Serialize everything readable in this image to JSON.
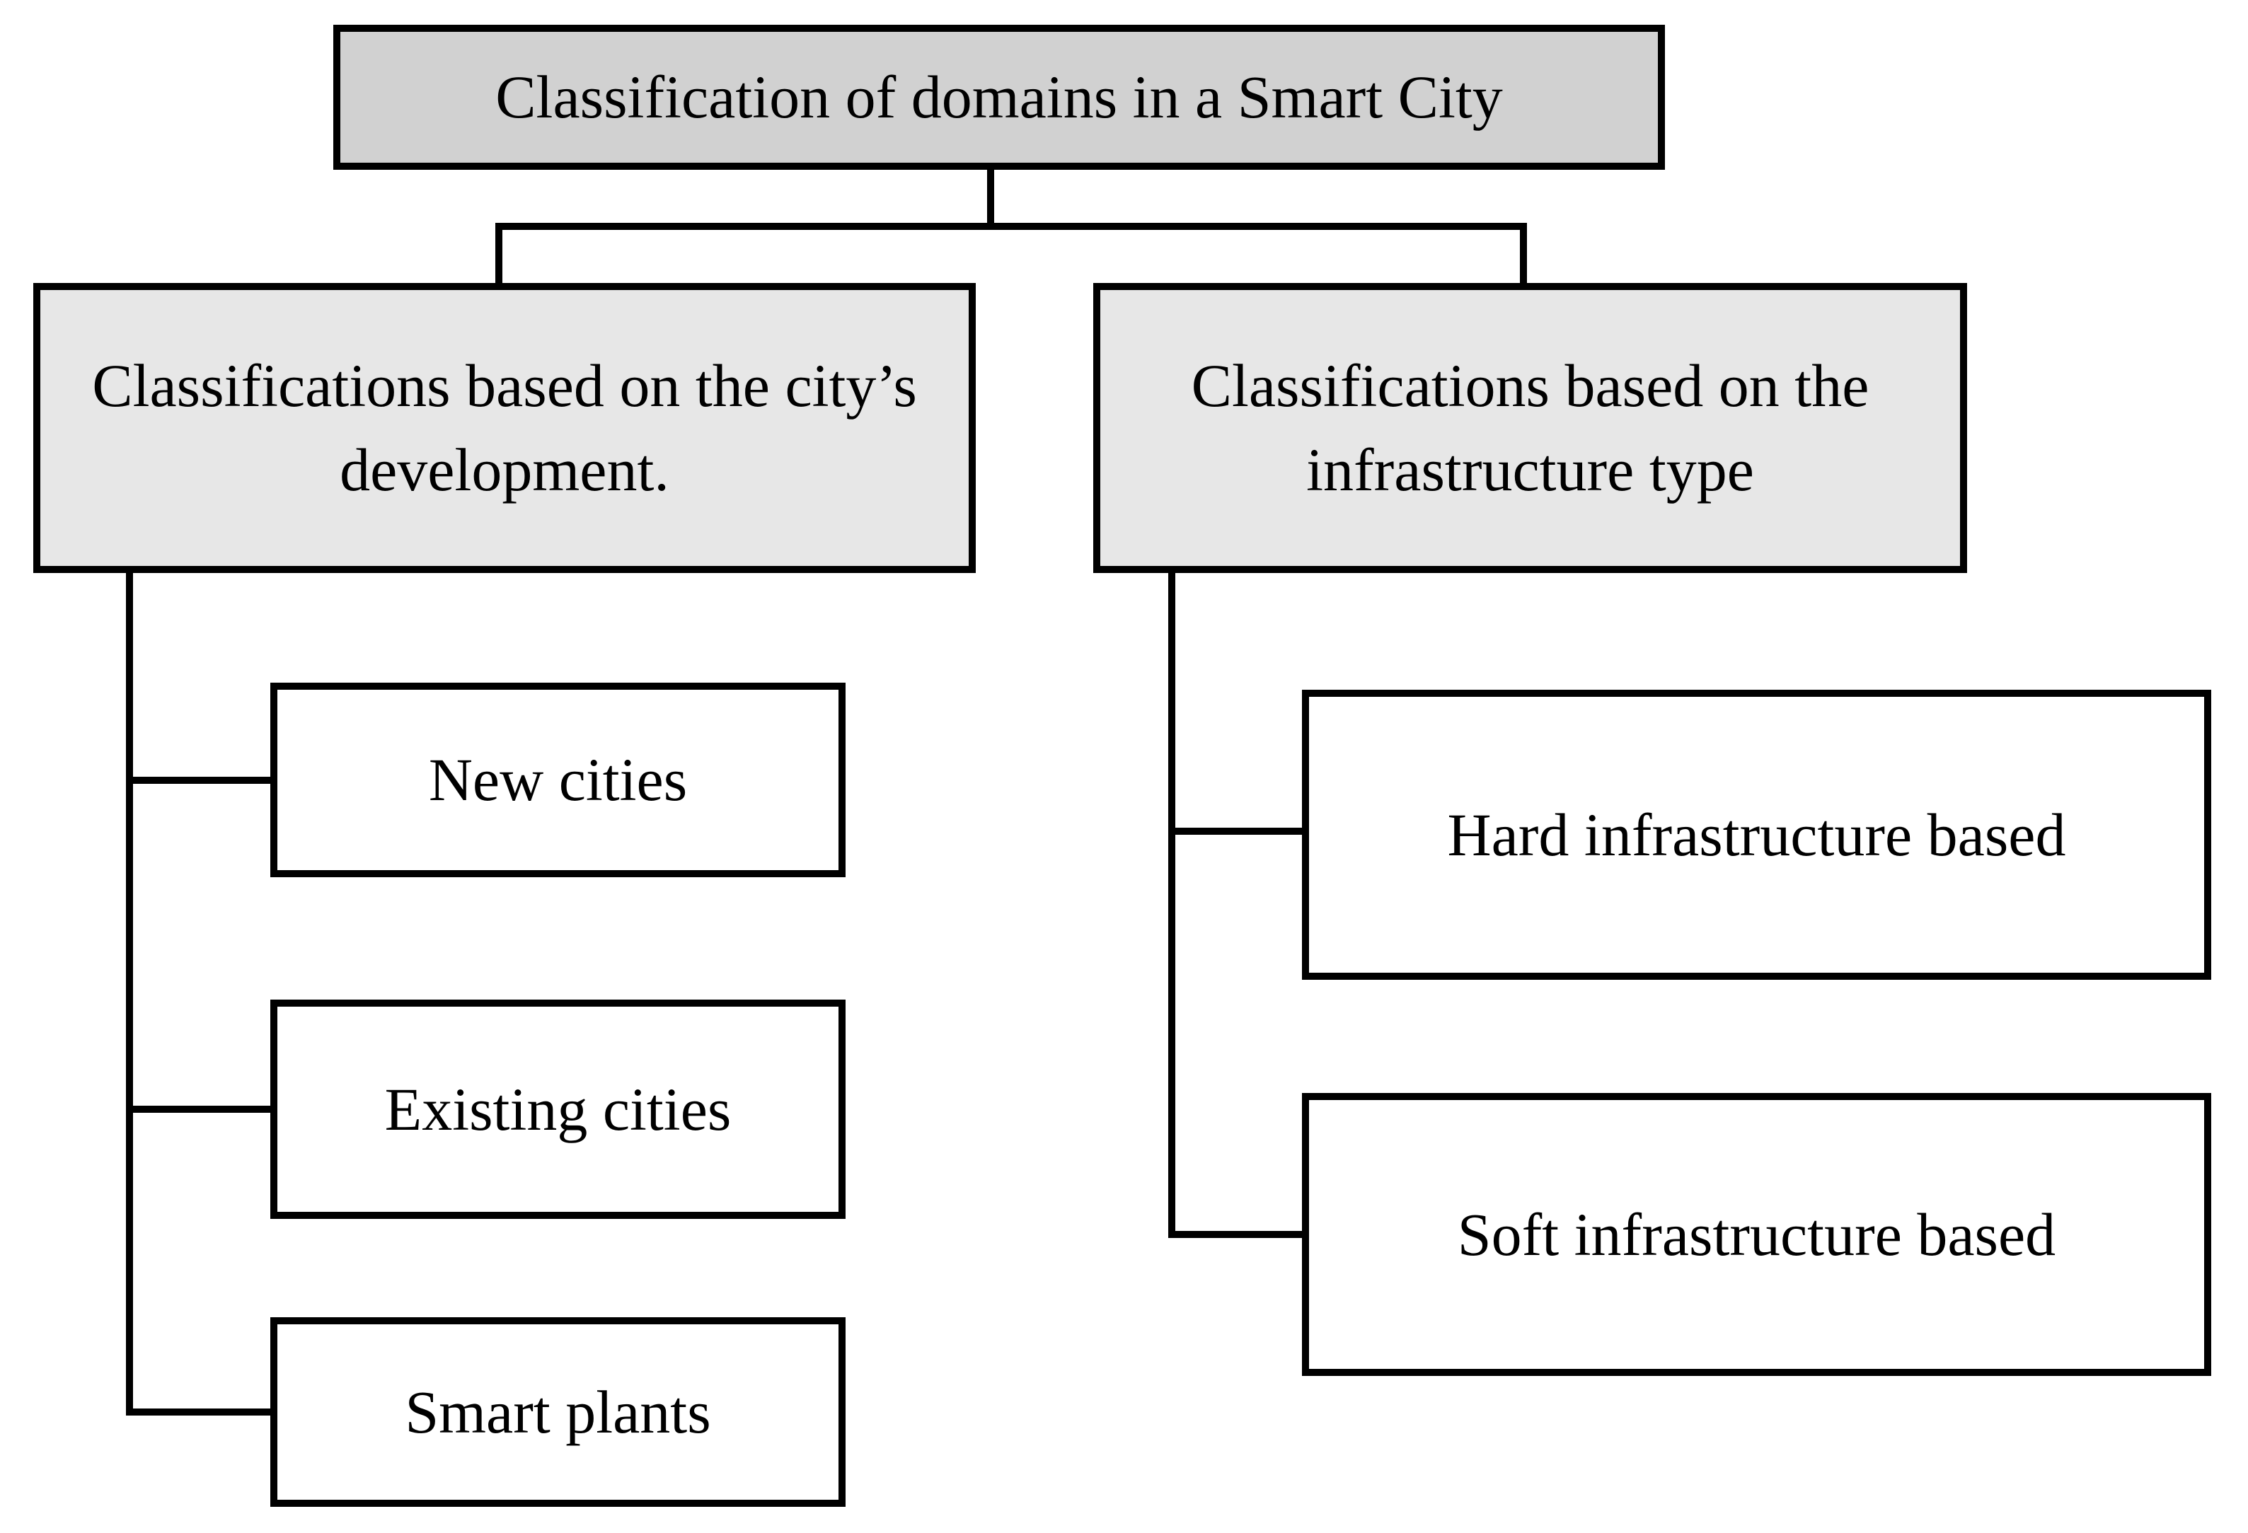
{
  "diagram": {
    "root": {
      "label": "Classification of domains in a Smart City"
    },
    "branches": [
      {
        "line1": "Classifications based on the city’s",
        "line2": "development.",
        "children": [
          "New cities",
          "Existing cities",
          "Smart plants"
        ]
      },
      {
        "line1": "Classifications based on the",
        "line2": "infrastructure type",
        "children": [
          "Hard infrastructure based",
          "Soft infrastructure based"
        ]
      }
    ],
    "colors": {
      "root_fill": "#d1d1d1",
      "branch_fill": "#e7e7e7",
      "leaf_fill": "#ffffff",
      "line_color": "#000000",
      "text_color": "#000000"
    }
  }
}
